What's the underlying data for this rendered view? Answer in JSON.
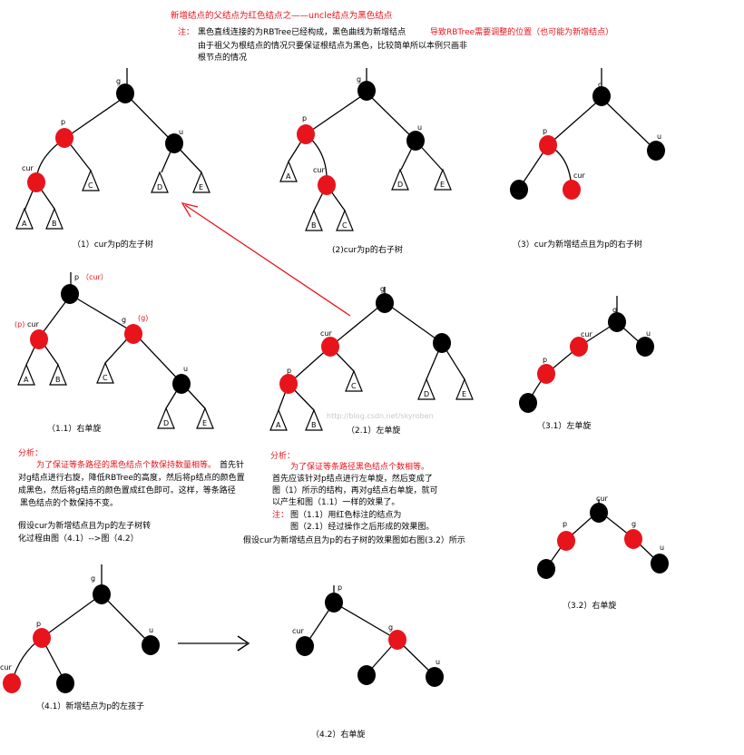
{
  "colors": {
    "red": "#e8141c",
    "black": "#000000",
    "arrow": "#e8141c"
  },
  "texts": {
    "title": "新增结点的父结点为红色结点之——uncle结点为黑色结点",
    "note_label": "注：",
    "note_a": "黑色直线连接的为RBTree已经构成，黑色曲线为新增结点",
    "note_b": "导致RBTree需要调整的位置（也可能为新增结点）",
    "note_line2": "由于祖父为根结点的情况只要保证根结点为黑色，比较简单所以本例只画非",
    "note_line3": "根节点的情况",
    "analysis_left_label": "分析：",
    "analysis_left_red": "为了保证等条路径的黑色结点个数保持数量相等。",
    "analysis_left_l1": "首先针",
    "analysis_left_l2": "对g结点进行右旋，降低RBTree的高度，然后将p结点的颜色置",
    "analysis_left_l3": "成黑色，然后将g结点的颜色置成红色即可。这样，等条路径",
    "analysis_left_l4": "黑色结点的个数保持不变。",
    "analysis_right_label": "分析：",
    "analysis_right_red": "为了保证等条路径黑色结点个数相等。",
    "analysis_right_l1": "首先应该针对p结点进行左单旋，然后变成了",
    "analysis_right_l2": "图（1）所示的结构，再对g结点右单旋，就可",
    "analysis_right_l3": "以产生和图（1.1）一样的效果了。",
    "note2_label": "注：",
    "note2_l1": "图（1.1）用红色标注的结点为",
    "note2_l2": "图（2.1）经过操作之后形成的效果图。",
    "assume_left_l1": "假设cur为新增结点且为p的左子树转",
    "assume_left_l2": "化过程由图（4.1）-->图（4.2）",
    "assume_right": "假设cur为新增结点且为p的右子树的效果图如右图(3.2）所示",
    "watermark": "http://blog.csdn.net/skyroben"
  },
  "captions": {
    "c1": "（1）cur为p的左子树",
    "c2": "(2)cur为p的右子树",
    "c3": "（3）cur为新增结点且为p的右子树",
    "c11": "（1.1）右单旋",
    "c21": "（2.1）左单旋",
    "c31": "（3.1）左单旋",
    "c32": "（3.2）右单旋",
    "c41": "（4.1）新增结点为p的左孩子",
    "c42": "（4.2）右单旋"
  },
  "labels": {
    "g": "g",
    "p": "p",
    "u": "u",
    "cur": "cur",
    "A": "A",
    "B": "B",
    "C": "C",
    "D": "D",
    "E": "E",
    "p_cur_note": "（cur）",
    "p_note": "(p)",
    "g_note": "(g)"
  }
}
